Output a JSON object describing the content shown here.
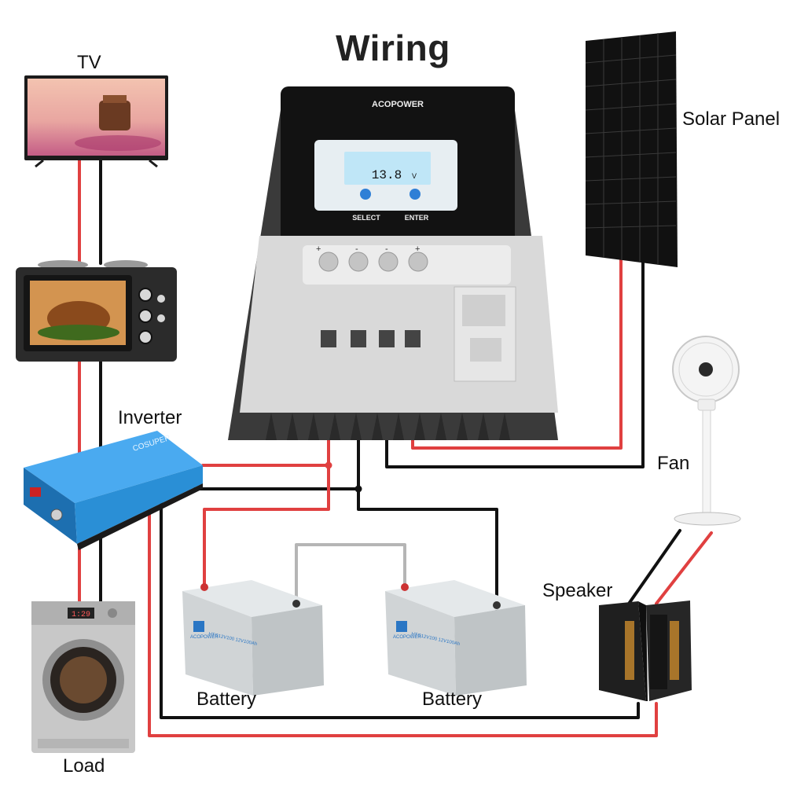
{
  "title": "Wiring",
  "labels": {
    "tv": "TV",
    "solar_panel": "Solar Panel",
    "inverter": "Inverter",
    "fan": "Fan",
    "speaker": "Speaker",
    "battery_1": "Battery",
    "battery_2": "Battery",
    "load": "Load"
  },
  "controller": {
    "brand": "ACOPOWER",
    "display_value": "13.8",
    "display_unit": "V",
    "button_left": "SELECT",
    "button_right": "ENTER",
    "terminal_marks": [
      "+",
      "-",
      "-",
      "+"
    ]
  },
  "battery_text": {
    "brand": "ACOPOWER",
    "model_1": "HTG12V100 12V100Ah",
    "model_2": "HTG12V100 12V100Ah"
  },
  "inverter_text": {
    "brand": "COSUPER"
  },
  "washer_display": "1:29",
  "colors": {
    "positive_wire": "#e04040",
    "negative_wire": "#111111",
    "link_wire": "#b5b5b5",
    "inverter_body": "#2a8fd6",
    "controller_face": "#121212",
    "screen": "#bfe6f7"
  }
}
